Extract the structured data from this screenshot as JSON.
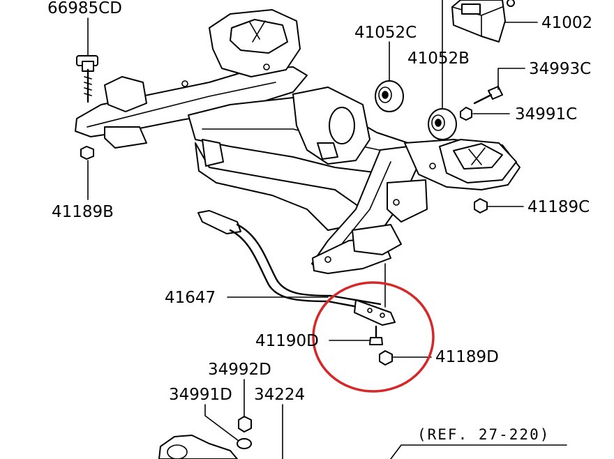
{
  "diagram": {
    "parts": [
      {
        "id": "66985CD",
        "label": "66985CD"
      },
      {
        "id": "41052C",
        "label": "41052C"
      },
      {
        "id": "41052B",
        "label": "41052B"
      },
      {
        "id": "41002",
        "label": "41002"
      },
      {
        "id": "34993C",
        "label": "34993C"
      },
      {
        "id": "34991C",
        "label": "34991C"
      },
      {
        "id": "41189B",
        "label": "41189B"
      },
      {
        "id": "41189C",
        "label": "41189C"
      },
      {
        "id": "41647",
        "label": "41647"
      },
      {
        "id": "41190D",
        "label": "41190D"
      },
      {
        "id": "41189D",
        "label": "41189D"
      },
      {
        "id": "34992D",
        "label": "34992D"
      },
      {
        "id": "34991D",
        "label": "34991D"
      },
      {
        "id": "34224",
        "label": "34224"
      }
    ],
    "reference": "(REF. 27-220)",
    "highlight": {
      "color": "#d62828",
      "note_parts": [
        "41190D",
        "41189D"
      ]
    },
    "colors": {
      "ink": "#000000",
      "background": "#ffffff"
    }
  }
}
